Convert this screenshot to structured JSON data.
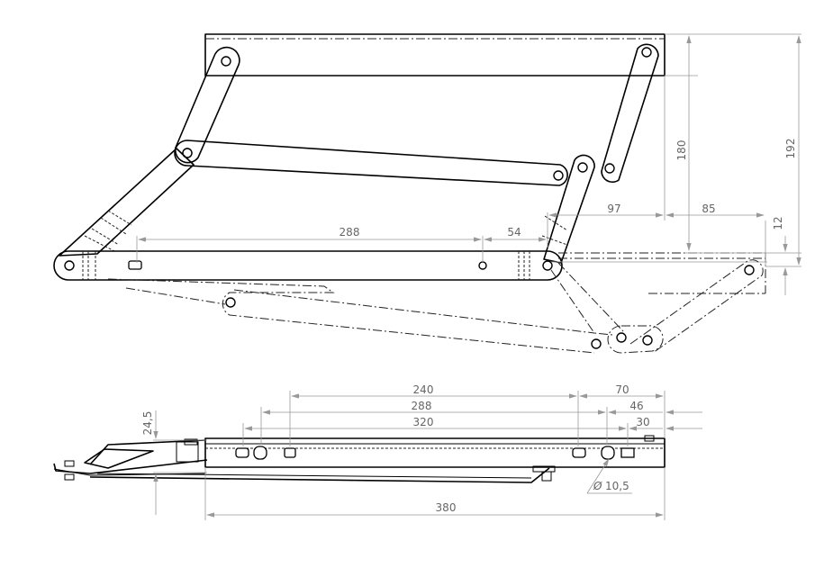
{
  "dimensions": {
    "top_view": {
      "d180": "180",
      "d192": "192",
      "d97": "97",
      "d85": "85",
      "d12": "12",
      "d288": "288",
      "d54": "54"
    },
    "side_view": {
      "d240": "240",
      "d288": "288",
      "d320": "320",
      "d70": "70",
      "d46": "46",
      "d30": "30",
      "d24_5": "24,5",
      "d10_5": "10,5",
      "d380": "380"
    }
  },
  "symbols": {
    "diameter": "Ø"
  }
}
